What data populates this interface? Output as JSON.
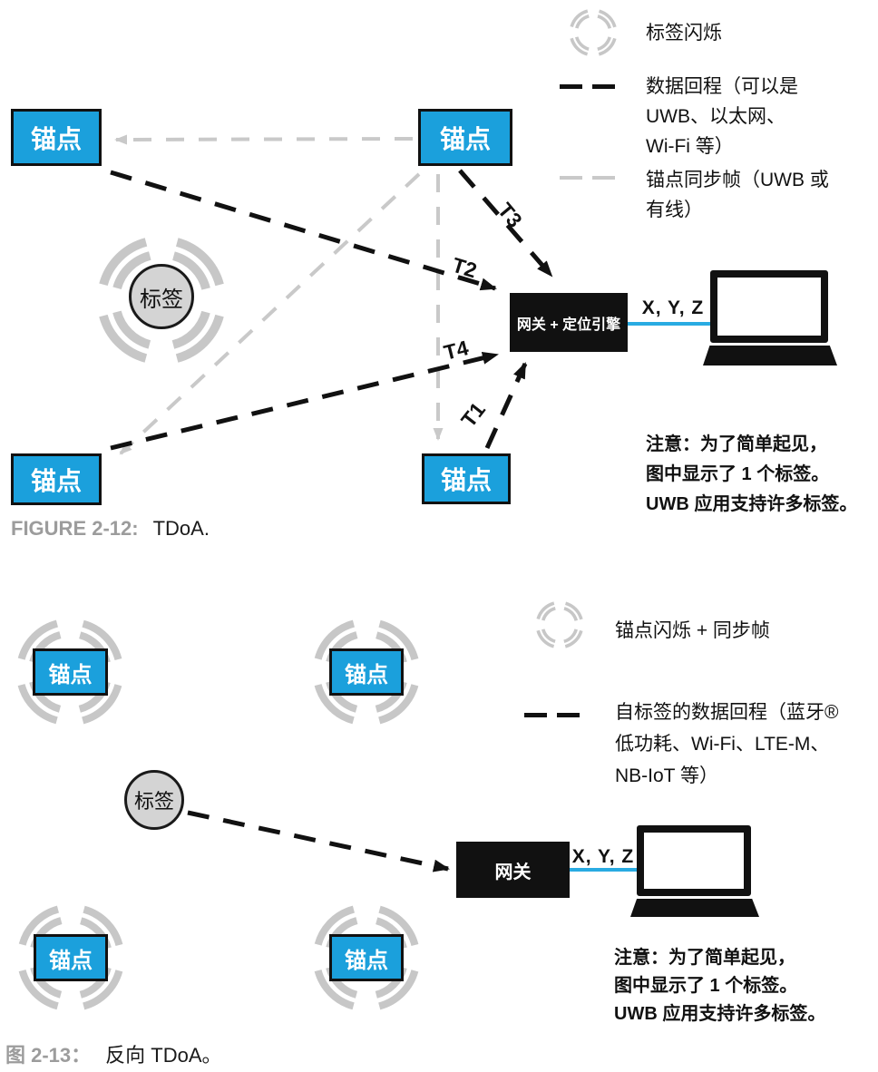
{
  "colors": {
    "anchor_blue": "#1BA0DC",
    "link_blue": "#29ABE2",
    "arc_gray": "#C7C7C7",
    "dash_gray": "#C9C9C9",
    "caption_gray": "#9C9C9C",
    "box_black": "#111111"
  },
  "figure1": {
    "anchors": [
      "锚点",
      "锚点",
      "锚点",
      "锚点"
    ],
    "tag_label": "标签",
    "gateway_label": "网关 + 定位引擎",
    "xyz_label": "X, Y, Z",
    "time_labels": {
      "t1": "T1",
      "t2": "T2",
      "t3": "T3",
      "t4": "T4"
    },
    "legend": [
      {
        "icon": "blink-arcs",
        "lines": [
          "标签闪烁"
        ]
      },
      {
        "icon": "dashed-line-black",
        "lines": [
          "数据回程（可以是",
          "UWB、以太网、",
          "Wi-Fi 等）"
        ]
      },
      {
        "icon": "dashed-line-gray",
        "lines": [
          "锚点同步帧（UWB 或",
          "有线）"
        ]
      }
    ],
    "note_lines": [
      "注意：为了简单起见，",
      "图中显示了 1 个标签。",
      "UWB 应用支持许多标签。"
    ],
    "caption": {
      "label": "FIGURE 2-12:",
      "text": "TDoA."
    }
  },
  "figure2": {
    "anchors": [
      "锚点",
      "锚点",
      "锚点",
      "锚点"
    ],
    "tag_label": "标签",
    "gateway_label": "网关",
    "xyz_label": "X, Y, Z",
    "legend": [
      {
        "icon": "blink-arcs",
        "lines": [
          "锚点闪烁 + 同步帧"
        ]
      },
      {
        "icon": "dashed-line-black",
        "lines": [
          "自标签的数据回程（蓝牙®",
          "低功耗、Wi-Fi、LTE-M、",
          "NB-IoT 等）"
        ]
      }
    ],
    "note_lines": [
      "注意：为了简单起见，",
      "图中显示了 1 个标签。",
      "UWB 应用支持许多标签。"
    ],
    "caption": {
      "label": "图 2-13：",
      "text": "反向 TDoA。"
    }
  }
}
